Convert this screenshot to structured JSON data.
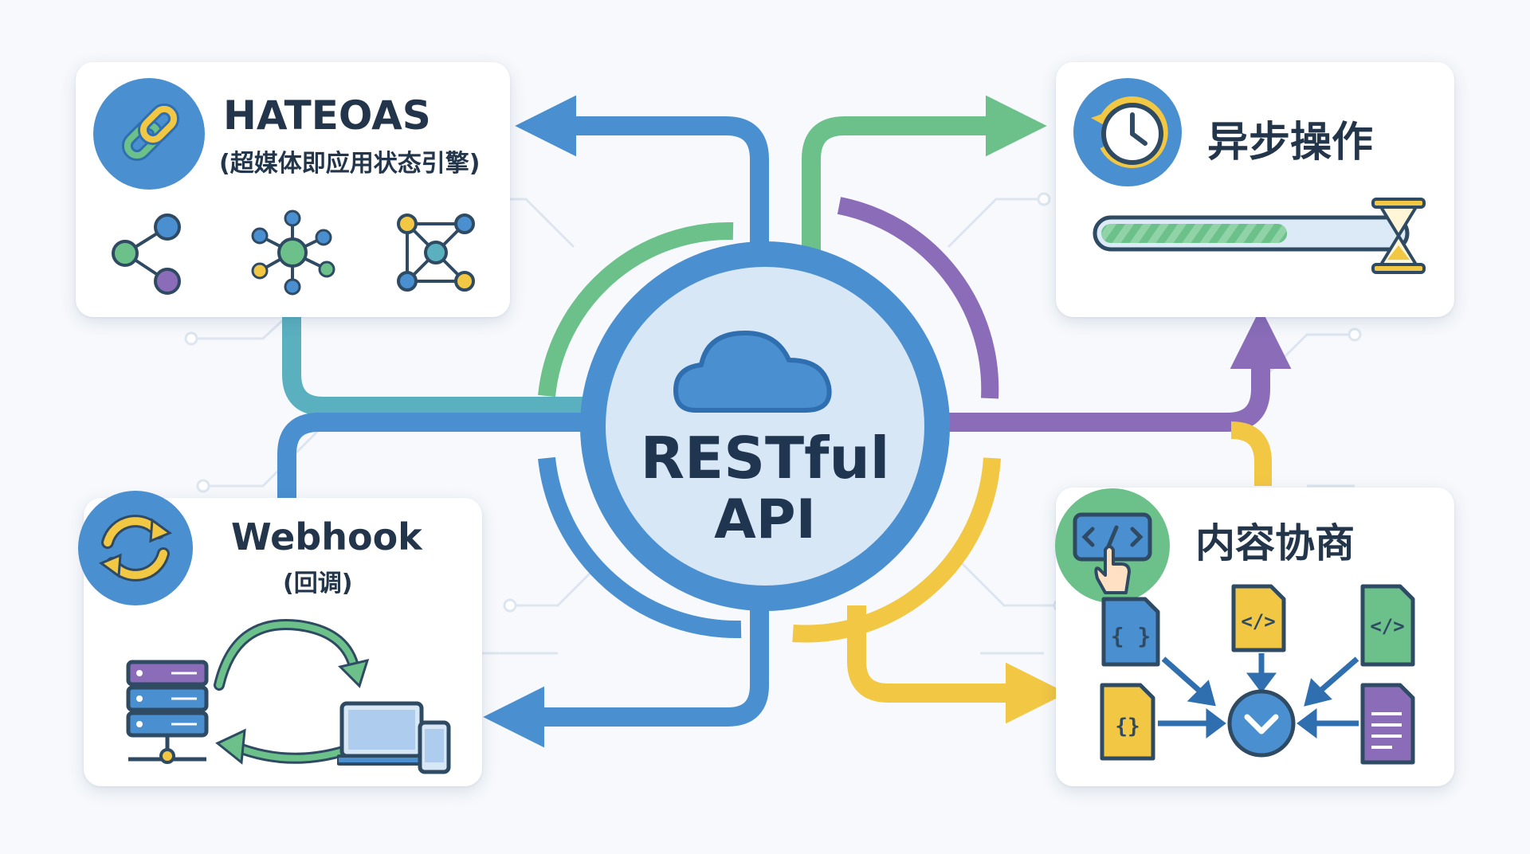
{
  "center": {
    "title_line1": "RESTful",
    "title_line2": "API",
    "icon": "cloud-icon"
  },
  "cards": {
    "hateoas": {
      "title": "HATEOAS",
      "subtitle": "(超媒体即应用状态引擎)",
      "icons": [
        "link-icon",
        "share-graph-icon",
        "hub-graph-icon",
        "network-graph-icon"
      ]
    },
    "async": {
      "title": "异步操作",
      "icons": [
        "clock-icon",
        "progress-bar",
        "hourglass-icon"
      ],
      "progress": 0.62
    },
    "webhook": {
      "title": "Webhook",
      "subtitle": "(回调)",
      "icons": [
        "sync-icon",
        "server-icon",
        "devices-icon",
        "cycle-arrows-icon"
      ]
    },
    "content_negotiation": {
      "title": "内容协商",
      "icons": [
        "code-click-icon",
        "json-file-icon",
        "xml-file-icon",
        "html-file-icon",
        "json-braces-file-icon",
        "text-file-icon",
        "select-chevron-icon"
      ]
    }
  },
  "colors": {
    "blue": "#4a8fd0",
    "blue_dark": "#2f6fb0",
    "green": "#6cc08a",
    "purple": "#8a6cb8",
    "yellow": "#f2c744",
    "teal": "#5ab0bf",
    "text": "#23354a",
    "background": "#f7f9fc"
  }
}
